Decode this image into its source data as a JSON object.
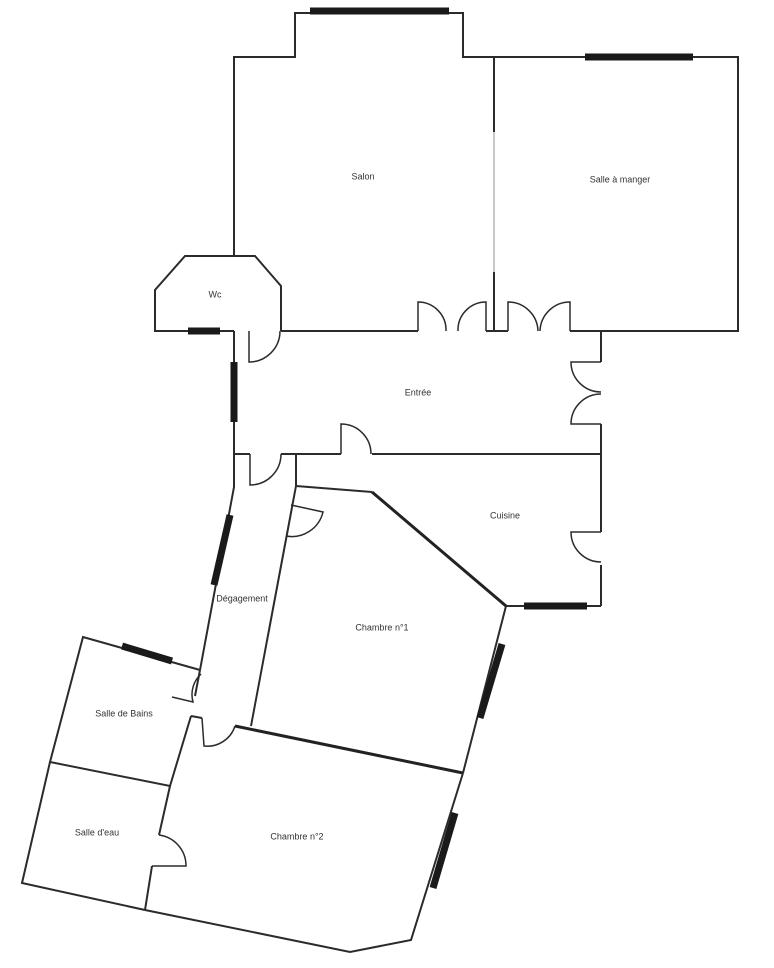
{
  "colors": {
    "wall": "#2b2b2b",
    "window_glass": "#22d3d8",
    "window_frame": "#1a1a1a",
    "opening": "#c8c8c8",
    "background": "#ffffff"
  },
  "rooms": {
    "salon": "Salon",
    "salle_a_manger": "Salle à manger",
    "wc": "Wc",
    "entree": "Entrée",
    "cuisine": "Cuisine",
    "degagement": "Dégagement",
    "chambre_1": "Chambre n°1",
    "salle_de_bains": "Salle de Bains",
    "salle_d_eau": "Salle d'eau",
    "chambre_2": "Chambre n°2"
  }
}
